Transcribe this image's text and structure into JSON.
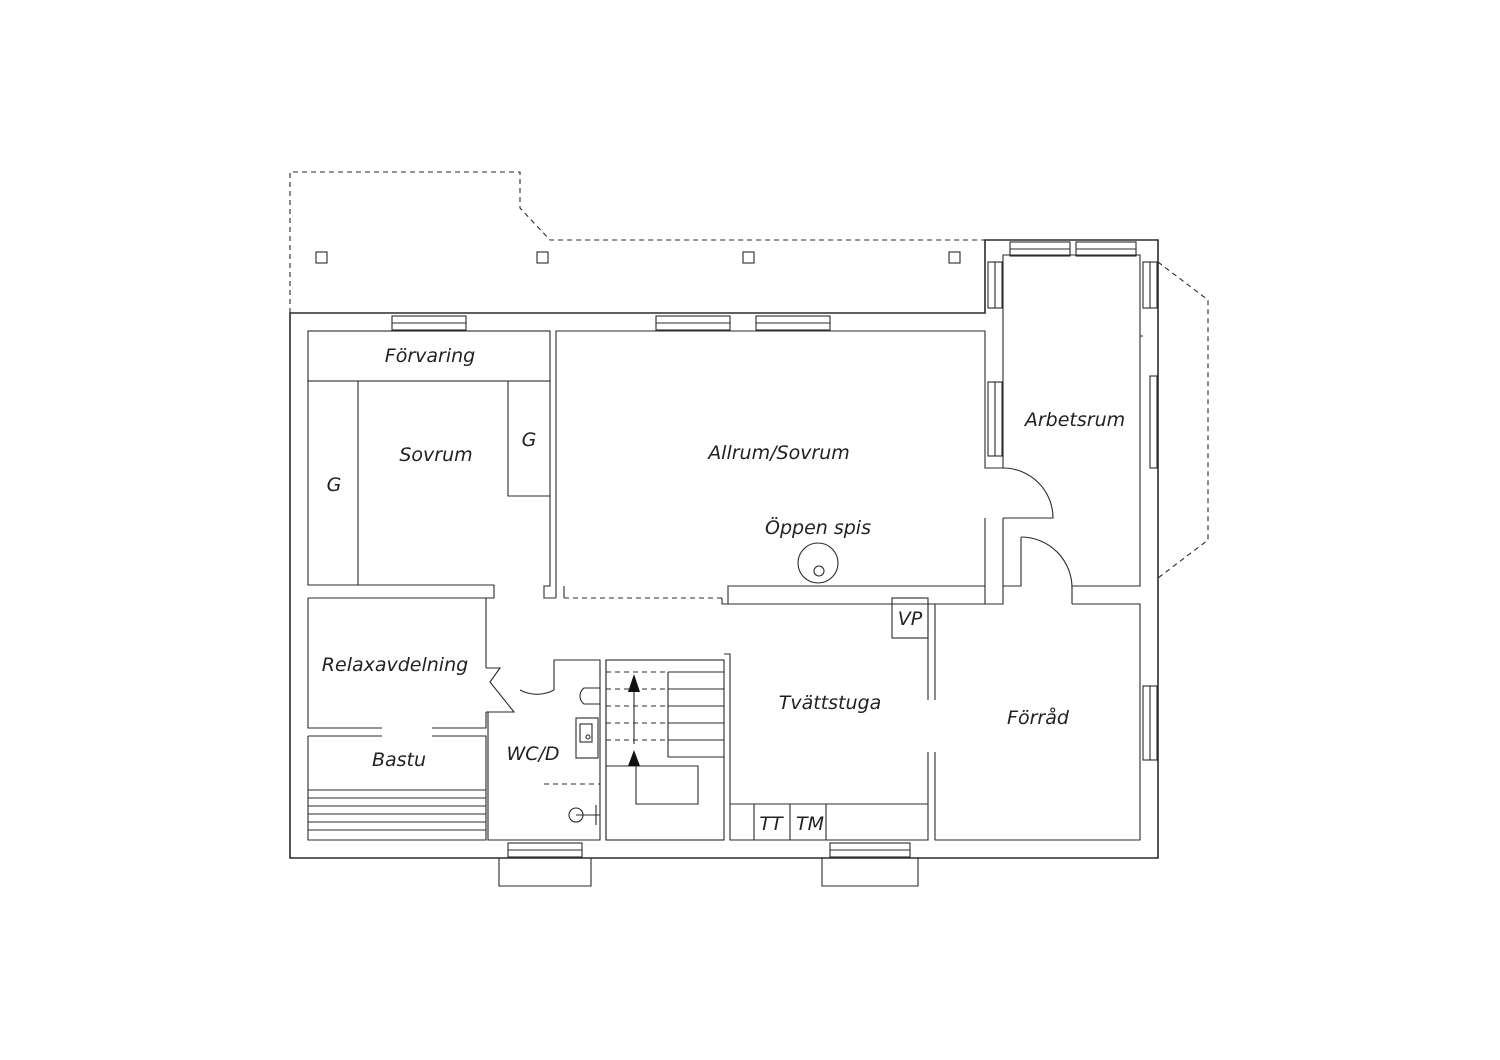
{
  "colors": {
    "line": "#2b2b2b",
    "text": "#222222",
    "background": "#ffffff"
  },
  "rooms": {
    "forvaring": "Förvaring",
    "sovrum": "Sovrum",
    "garderob_left": "G",
    "garderob_right": "G",
    "allrum": "Allrum/Sovrum",
    "oppen_spis": "Öppen spis",
    "arbetsrum": "Arbetsrum",
    "vp": "VP",
    "relax": "Relaxavdelning",
    "bastu": "Bastu",
    "wc": "WC/D",
    "tvattstuga": "Tvättstuga",
    "tt": "TT",
    "tm": "TM",
    "forrad": "Förråd"
  }
}
